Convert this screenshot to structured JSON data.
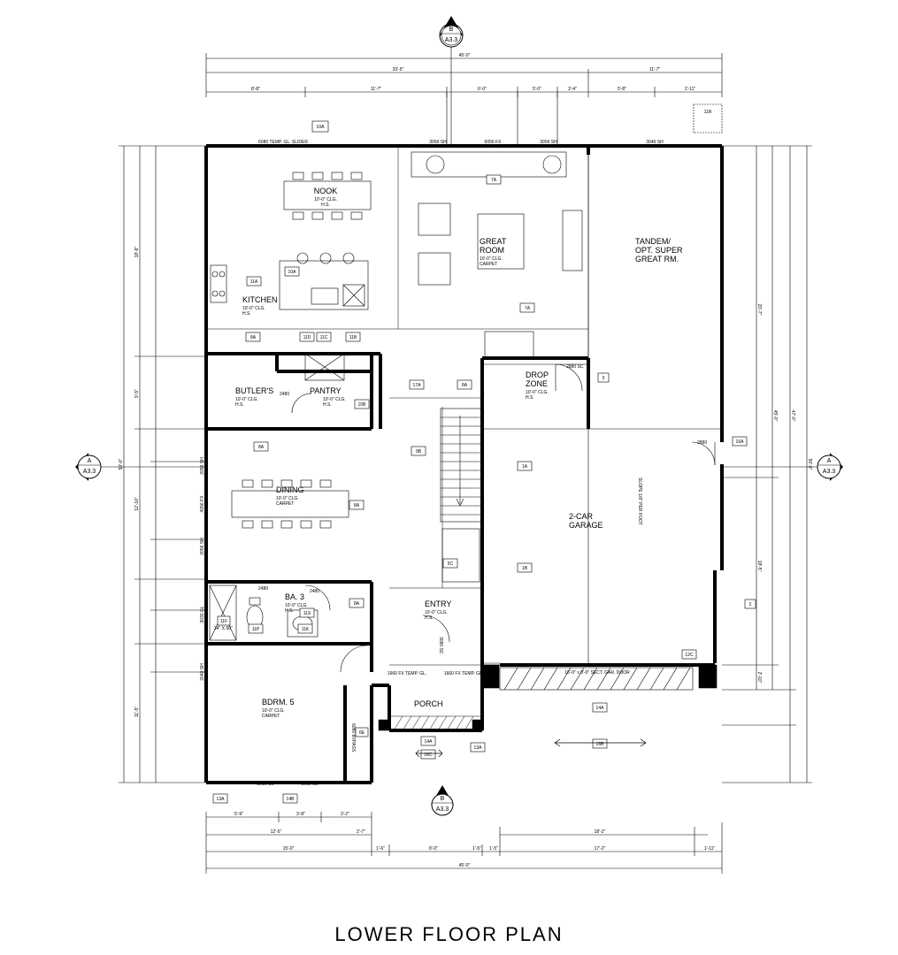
{
  "title": "LOWER FLOOR PLAN",
  "rooms": {
    "nook": {
      "name": "NOOK",
      "sub": [
        "10'-0\" CLG.",
        "H.S."
      ]
    },
    "kitchen": {
      "name": "KITCHEN",
      "sub": [
        "10'-0\" CLG.",
        "H.S."
      ]
    },
    "great_room": {
      "name": [
        "GREAT",
        "ROOM"
      ],
      "sub": [
        "10'-0\" CLG.",
        "CARPET"
      ]
    },
    "tandem": {
      "name": [
        "TANDEM/",
        "OPT. SUPER",
        "GREAT RM."
      ]
    },
    "butlers": {
      "name": "BUTLER'S",
      "sub": [
        "10'-0\" CLG.",
        "H.S."
      ]
    },
    "pantry": {
      "name": "PANTRY",
      "sub": [
        "10'-0\" CLG.",
        "H.S."
      ]
    },
    "drop_zone": {
      "name": [
        "DROP",
        "ZONE"
      ],
      "sub": [
        "10'-0\" CLG.",
        "H.S."
      ]
    },
    "dining": {
      "name": "DINING",
      "sub": [
        "10'-0\" CLG.",
        "CARPET"
      ]
    },
    "garage": {
      "name": [
        "2-CAR",
        "GARAGE"
      ]
    },
    "ba3": {
      "name": "BA. 3",
      "sub": [
        "10'-0\" CLG.",
        "H.S."
      ]
    },
    "entry": {
      "name": "ENTRY",
      "sub": [
        "10'-0\" CLG.",
        "H.S."
      ]
    },
    "bdrm5": {
      "name": "BDRM. 5",
      "sub": [
        "10'-0\" CLG.",
        "CARPET"
      ]
    },
    "porch": {
      "name": "PORCH"
    }
  },
  "section_markers": {
    "top": {
      "letter": "B",
      "sheet": "A3.3"
    },
    "bottom": {
      "letter": "B",
      "sheet": "A3.3"
    },
    "left": {
      "letter": "A",
      "sheet": "A3.3"
    },
    "right": {
      "letter": "A",
      "sheet": "A3.3"
    }
  },
  "dims": {
    "top_overall": "45'-0\"",
    "top_row2": [
      "33'-5\"",
      "11'-7\""
    ],
    "top_row3": [
      "8'-8\"",
      "11'-7\"",
      "6'-0\"",
      "5'-0\"",
      "3'-4\"",
      "5'-8\"",
      "2'-11\""
    ],
    "bottom_row1": [
      "5'-9\"",
      "3'-8\"",
      "3'-2\""
    ],
    "bottom_row2": [
      "12'-5\"",
      "2'-7\"",
      "18'-2\""
    ],
    "bottom_row3": [
      "15'-0\"",
      "1'-6\"",
      "8'-0\"",
      "1'-5\"",
      "1'-5\"",
      "17'-2\"",
      "1'-11\""
    ],
    "bottom_overall": "45'-0\"",
    "left_overall": "50'-0\"",
    "right_overall": "50'-0\"",
    "right_row2": [
      "20'-7\"",
      "18'-5\"",
      "2'-10\""
    ],
    "right_row3": "47'-0\"",
    "right_row4": "45'-0\"",
    "left_row": [
      "18'-8\"",
      "9'-5\"",
      "12'-10\"",
      "11'-5\""
    ]
  },
  "windows": {
    "top1": "6080 TEMP. GL. SLIDER",
    "top2": "3056 SH",
    "top3": "6056 FX",
    "top4": "3056 SH",
    "top5": "3046 SH",
    "left1": "2056 SH",
    "left2": "4056 FX",
    "left3": "2056 SH",
    "left4": "3030 GL",
    "left5": "2040 SH",
    "bot1": "3016 GL",
    "bot2": "3016 GL",
    "garage_door": "16'-0\" x 8'-0\" SECT. GAR. DOOR",
    "porch1": "1660 FX TEMP. GL.",
    "porch2": "1660 FX TEMP. GL."
  },
  "tags": [
    "10A",
    "11R",
    "7A",
    "11A",
    "10A",
    "11D",
    "11C",
    "11B",
    "7A",
    "8A",
    "17A",
    "8A",
    "3",
    "10B",
    "8A",
    "9B",
    "1A",
    "16A",
    "8A",
    "5C",
    "1B",
    "8A",
    "11S",
    "11F",
    "11P",
    "11K",
    "12C",
    "2",
    "14A",
    "6E",
    "14A",
    "16C",
    "13A",
    "16B",
    "13A",
    "14B"
  ],
  "notes": {
    "slope": "SLOPE 1/8\" PER FOOT",
    "shower": "34\" X 60\"",
    "bypass": "6080 BYPASS",
    "door_2880": "2880",
    "door_2880sc": "2880 SC",
    "door_2480a": "2480",
    "door_2480b": "2480",
    "door_2480c": "2480",
    "door_3080": "3080 SC"
  }
}
